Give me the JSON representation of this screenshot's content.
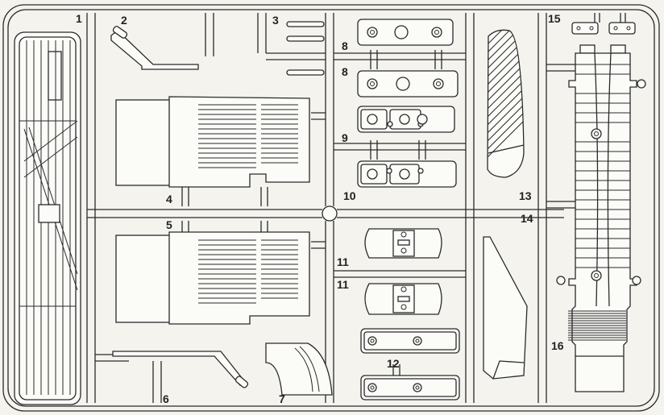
{
  "diagram": {
    "part_labels": [
      "1",
      "2",
      "3",
      "4",
      "5",
      "6",
      "7",
      "8",
      "8",
      "9",
      "10",
      "11",
      "11",
      "12",
      "13",
      "14",
      "15",
      "16"
    ]
  }
}
